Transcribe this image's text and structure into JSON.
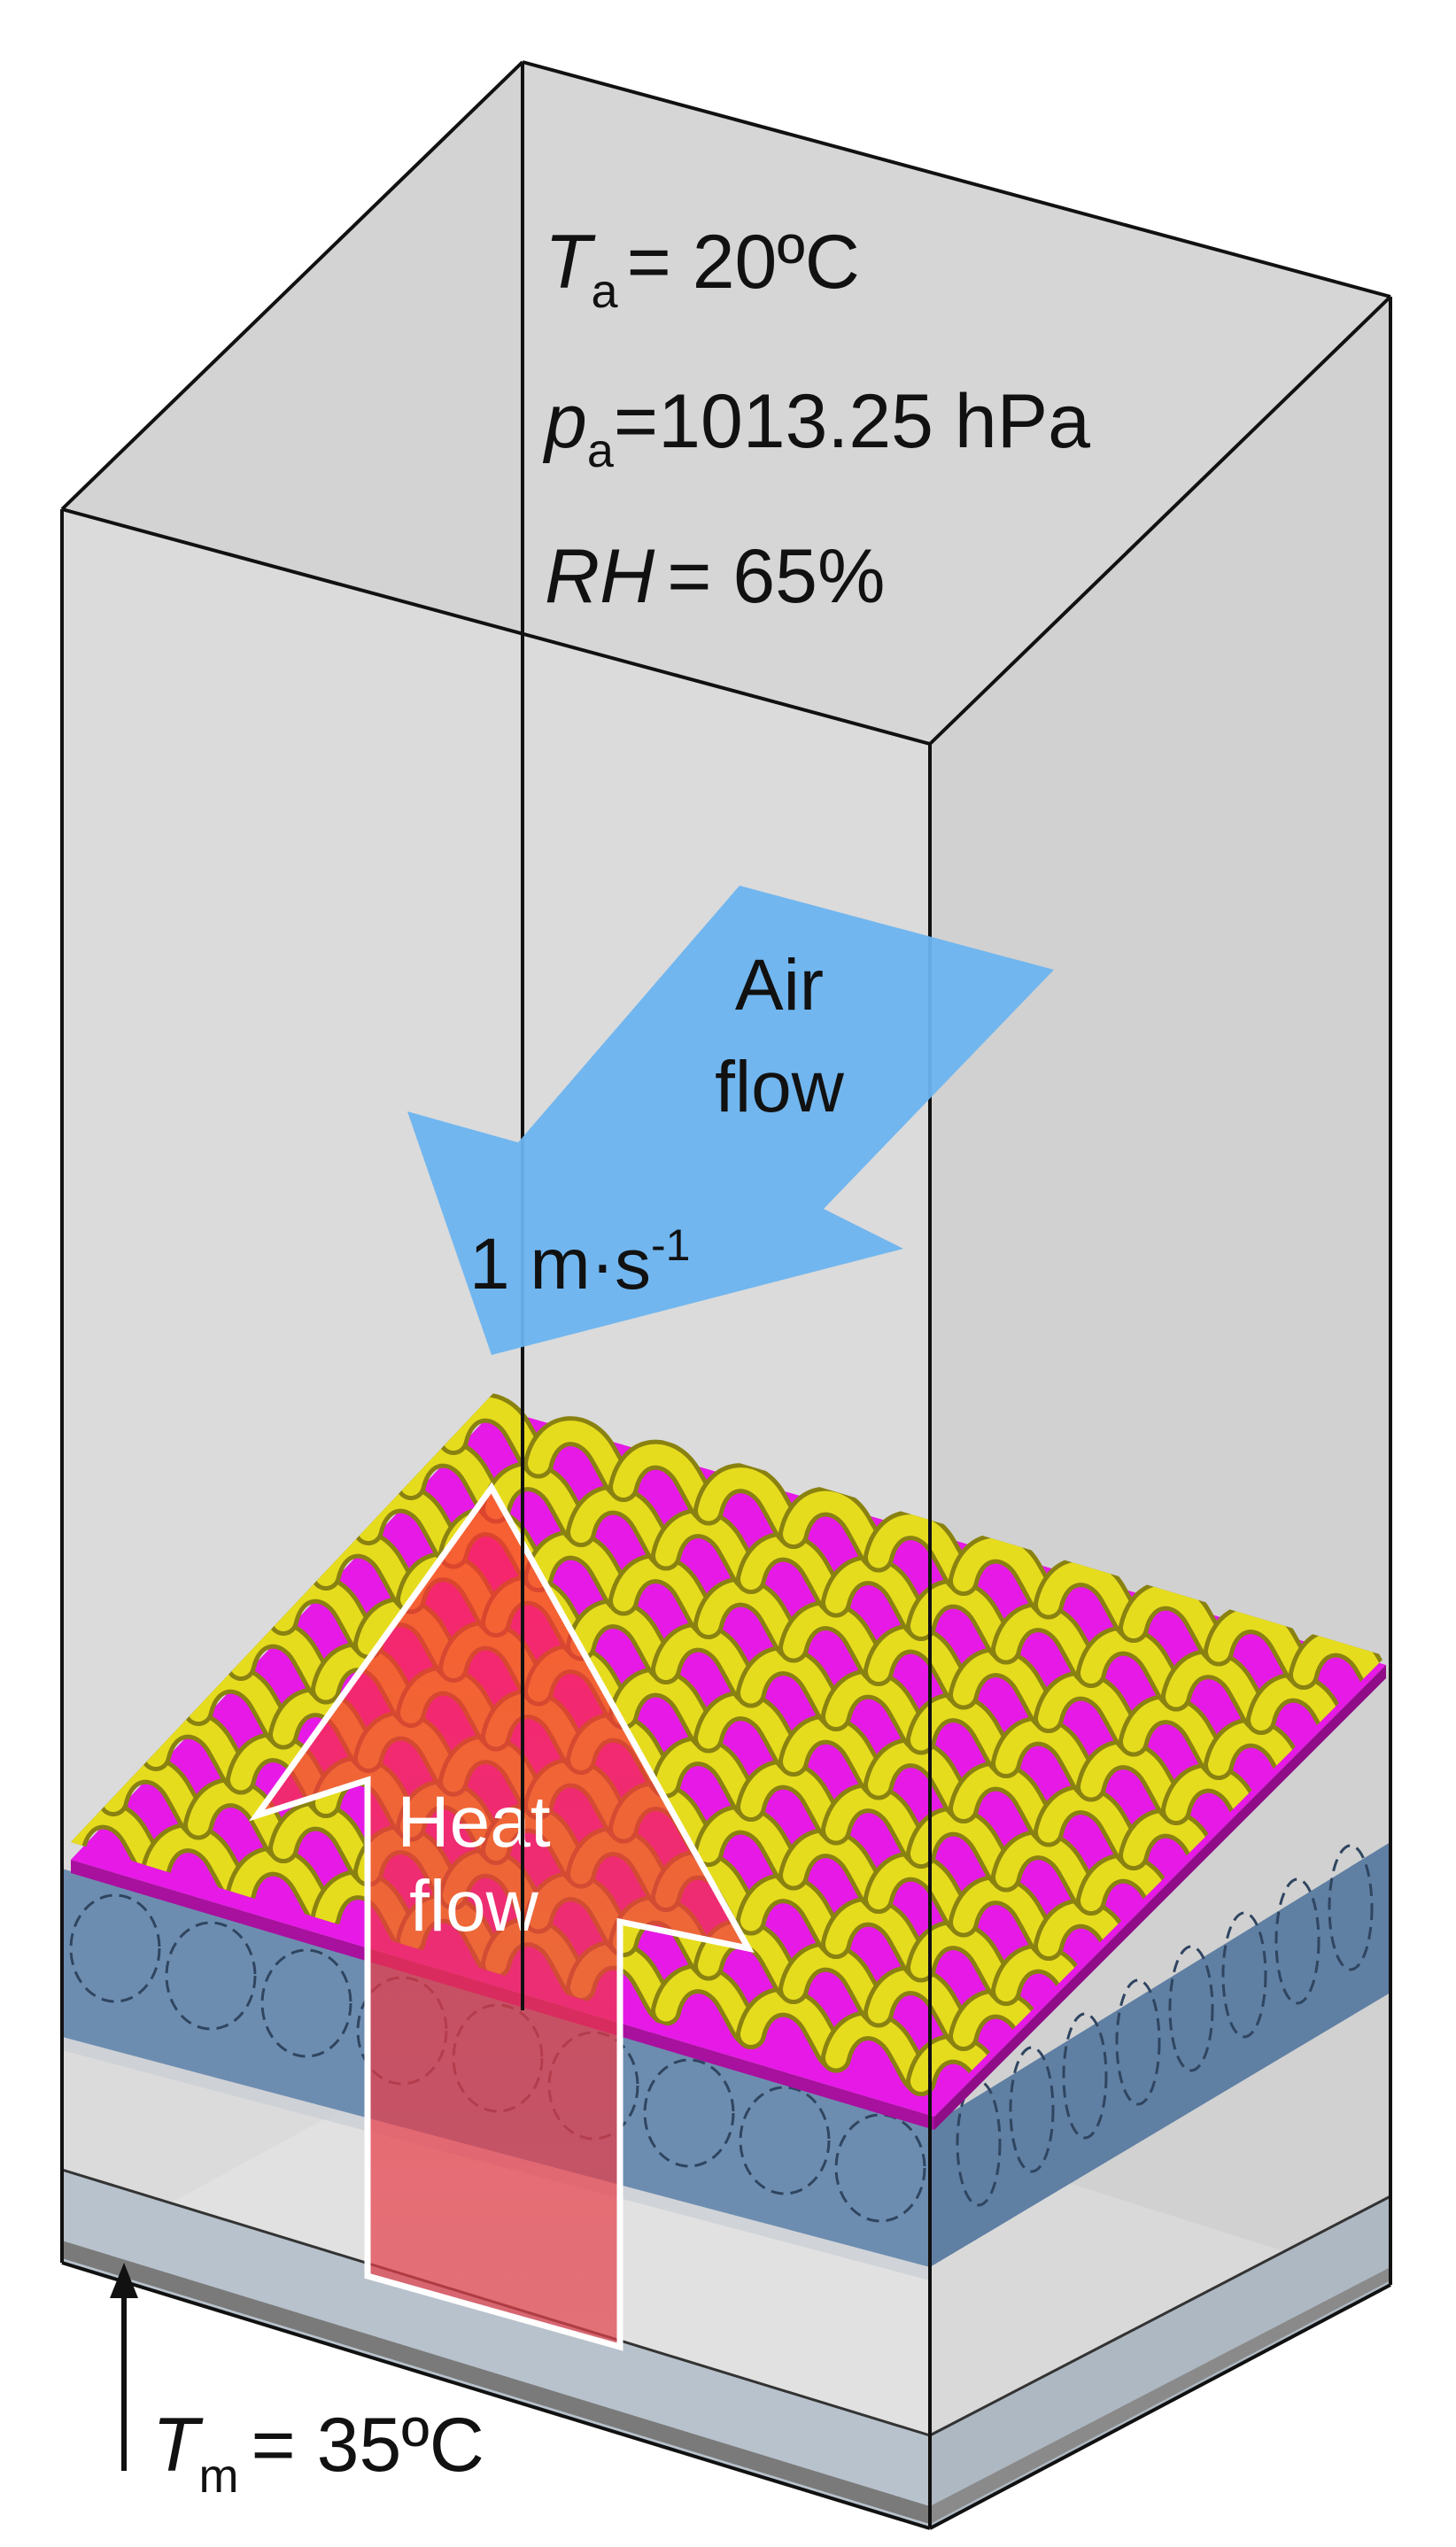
{
  "conditions": {
    "ambient_temperature": {
      "symbol": "T",
      "subscript": "a",
      "value": "= 20ºC"
    },
    "ambient_pressure": {
      "symbol": "p",
      "subscript": "a",
      "value": "=1013.25 hPa"
    },
    "relative_humidity": {
      "symbol": "RH",
      "value": "= 65%"
    }
  },
  "air_flow": {
    "line1": "Air",
    "line2": "flow",
    "speed": "1 m·s",
    "speed_exponent": "-1"
  },
  "heat_flow": {
    "line1": "Heat",
    "line2": "flow"
  },
  "skin_temperature": {
    "symbol": "T",
    "subscript": "m",
    "value": "= 35ºC"
  },
  "colors": {
    "box_fill": "#dadada",
    "box_edge": "#111111",
    "air_arrow": "#6bb4f0",
    "heat_arrow": "#e8323c",
    "outer_yarn": "#e6dc1e",
    "membrane": "#e61ee6",
    "inner_fabric": "#6f8fb3"
  },
  "icons": [
    "air-flow-arrow-icon",
    "heat-flow-arrow-icon",
    "boundary-pointer-arrow-icon",
    "knitted-yarn-icon"
  ]
}
